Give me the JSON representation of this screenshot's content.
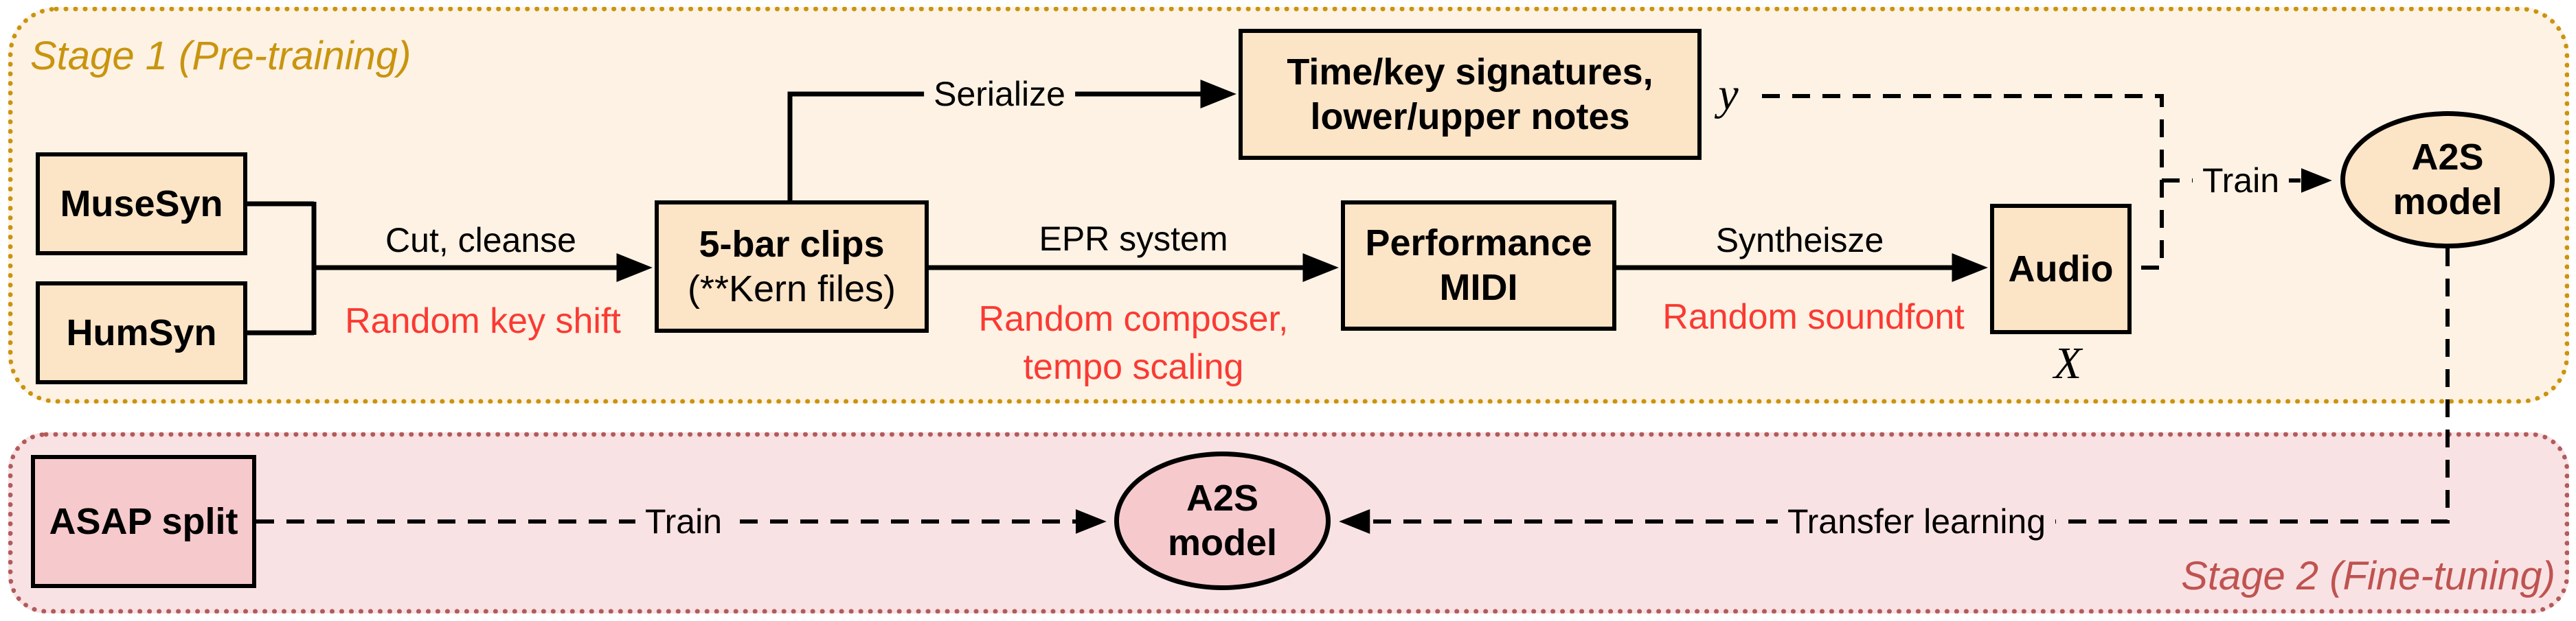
{
  "diagram": {
    "stage1": {
      "title": "Stage 1 (Pre-training)"
    },
    "stage2": {
      "title": "Stage 2 (Fine-tuning)"
    }
  },
  "nodes": {
    "musesyn": {
      "label": "MuseSyn"
    },
    "humsyn": {
      "label": "HumSyn"
    },
    "clips": {
      "line1": "5-bar clips",
      "line2": "(**Kern files)"
    },
    "timekey": {
      "line1": "Time/key signatures,",
      "line2": "lower/upper notes"
    },
    "midi": {
      "line1": "Performance",
      "line2": "MIDI"
    },
    "audio": {
      "label": "Audio"
    },
    "a2s_pretrain": {
      "line1": "A2S",
      "line2": "model"
    },
    "asap": {
      "label": "ASAP split"
    },
    "a2s_finetune": {
      "line1": "A2S",
      "line2": "model"
    }
  },
  "edges": {
    "cut_cleanse": "Cut, cleanse",
    "random_key_shift": "Random key shift",
    "serialize": "Serialize",
    "epr_system": "EPR system",
    "random_composer": "Random composer,",
    "tempo_scaling": "tempo scaling",
    "synthesize": "Syntheisze",
    "random_soundfont": "Random soundfont",
    "train_pretrain": "Train",
    "train_finetune": "Train",
    "transfer_learning": "Transfer learning"
  },
  "math": {
    "y_label": "y",
    "x_label": "X"
  },
  "colors": {
    "stage1_background": "#fdf2e4",
    "stage1_border": "#c9940e",
    "stage1_title": "#c9940e",
    "stage1_node_fill": "#fce4c6",
    "stage2_background": "#f9e2e4",
    "stage2_border": "#b25b5b",
    "stage2_title": "#bf5350",
    "stage2_node_fill": "#f6c9cc",
    "augmentation_text": "#fa3a33",
    "line_color": "#000000"
  }
}
